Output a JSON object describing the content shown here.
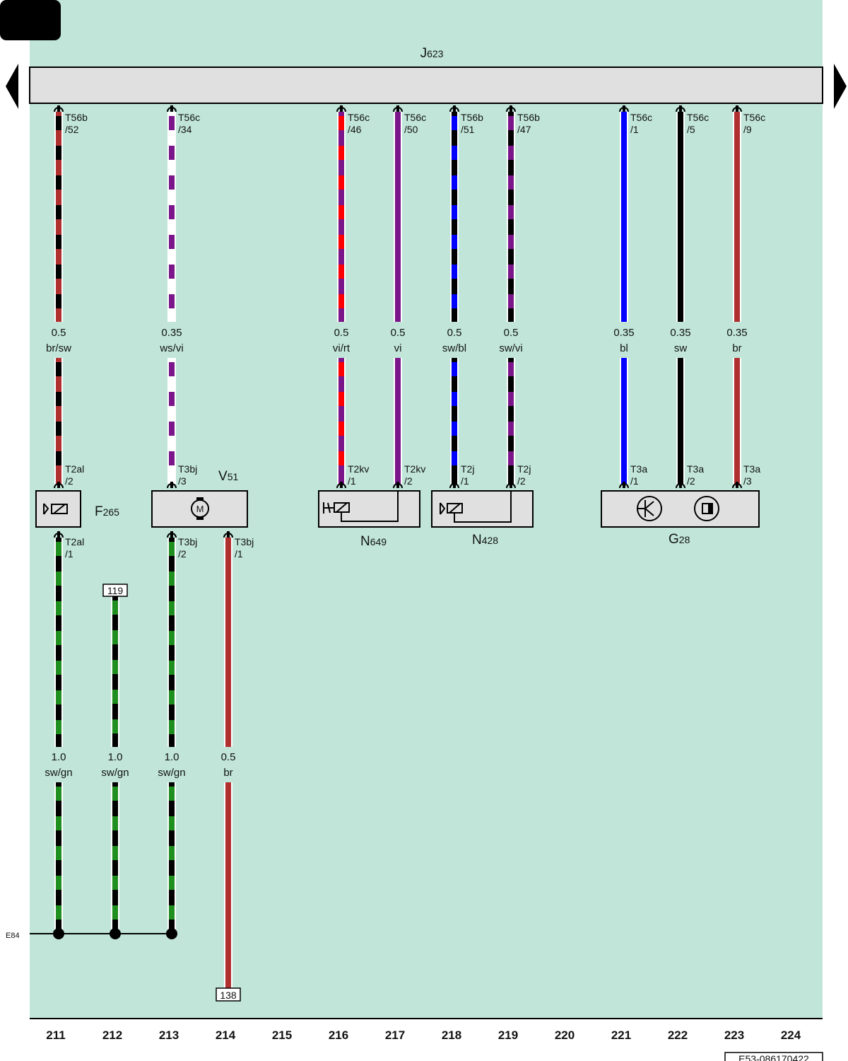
{
  "page": {
    "corner_tab": "",
    "nav": {
      "prev": "previous-page",
      "next": "next-page"
    },
    "control_unit": "J623",
    "doc_id": "E53-086170422",
    "ground_label": "E84"
  },
  "colors": {
    "background": "#c1e6d9",
    "bar_fill": "#e0e0e0",
    "br": "#b03030",
    "sw": "#000000",
    "ws": "#ffffff",
    "vi": "#7a168a",
    "rt": "#ff0000",
    "bl": "#0000ff",
    "gn": "#1f8f1f"
  },
  "columns": [
    "211",
    "212",
    "213",
    "214",
    "215",
    "216",
    "217",
    "218",
    "219",
    "220",
    "221",
    "222",
    "223",
    "224"
  ],
  "wires": [
    {
      "col": "211",
      "top": {
        "conn": "T56b",
        "pin": "/52"
      },
      "size": "0.5",
      "color": "br/sw",
      "base": "br",
      "stripe": "sw",
      "bottom": {
        "conn": "T2al",
        "pin": "/2"
      }
    },
    {
      "col": "213",
      "top": {
        "conn": "T56c",
        "pin": "/34"
      },
      "size": "0.35",
      "color": "ws/vi",
      "base": "ws",
      "stripe": "vi",
      "bottom": {
        "conn": "T3bj",
        "pin": "/3"
      }
    },
    {
      "col": "216",
      "top": {
        "conn": "T56c",
        "pin": "/46"
      },
      "size": "0.5",
      "color": "vi/rt",
      "base": "vi",
      "stripe": "rt",
      "bottom": {
        "conn": "T2kv",
        "pin": "/1"
      }
    },
    {
      "col": "217",
      "top": {
        "conn": "T56c",
        "pin": "/50"
      },
      "size": "0.5",
      "color": "vi",
      "base": "vi",
      "stripe": null,
      "bottom": {
        "conn": "T2kv",
        "pin": "/2"
      }
    },
    {
      "col": "218",
      "top": {
        "conn": "T56b",
        "pin": "/51"
      },
      "size": "0.5",
      "color": "sw/bl",
      "base": "sw",
      "stripe": "bl",
      "bottom": {
        "conn": "T2j",
        "pin": "/1"
      }
    },
    {
      "col": "219",
      "top": {
        "conn": "T56b",
        "pin": "/47"
      },
      "size": "0.5",
      "color": "sw/vi",
      "base": "sw",
      "stripe": "vi",
      "bottom": {
        "conn": "T2j",
        "pin": "/2"
      }
    },
    {
      "col": "221",
      "top": {
        "conn": "T56c",
        "pin": "/1"
      },
      "size": "0.35",
      "color": "bl",
      "base": "bl",
      "stripe": null,
      "bottom": {
        "conn": "T3a",
        "pin": "/1"
      }
    },
    {
      "col": "222",
      "top": {
        "conn": "T56c",
        "pin": "/5"
      },
      "size": "0.35",
      "color": "sw",
      "base": "sw",
      "stripe": null,
      "bottom": {
        "conn": "T3a",
        "pin": "/2"
      }
    },
    {
      "col": "223",
      "top": {
        "conn": "T56c",
        "pin": "/9"
      },
      "size": "0.35",
      "color": "br",
      "base": "br",
      "stripe": null,
      "bottom": {
        "conn": "T3a",
        "pin": "/3"
      }
    }
  ],
  "lower_wires": [
    {
      "col": "211",
      "top": {
        "conn": "T2al",
        "pin": "/1"
      },
      "size": "1.0",
      "color": "sw/gn",
      "base": "sw",
      "stripe": "gn",
      "end": "ground"
    },
    {
      "col": "212",
      "top_ref": "119",
      "size": "1.0",
      "color": "sw/gn",
      "base": "sw",
      "stripe": "gn",
      "end": "ground"
    },
    {
      "col": "213",
      "top": {
        "conn": "T3bj",
        "pin": "/2"
      },
      "size": "1.0",
      "color": "sw/gn",
      "base": "sw",
      "stripe": "gn",
      "end": "ground"
    },
    {
      "col": "214",
      "top": {
        "conn": "T3bj",
        "pin": "/1"
      },
      "size": "0.5",
      "color": "br",
      "base": "br",
      "stripe": null,
      "bottom_ref": "138"
    }
  ],
  "components": {
    "F265": "F265",
    "V51": "V51",
    "N649": "N649",
    "N428": "N428",
    "G28": "G28"
  }
}
